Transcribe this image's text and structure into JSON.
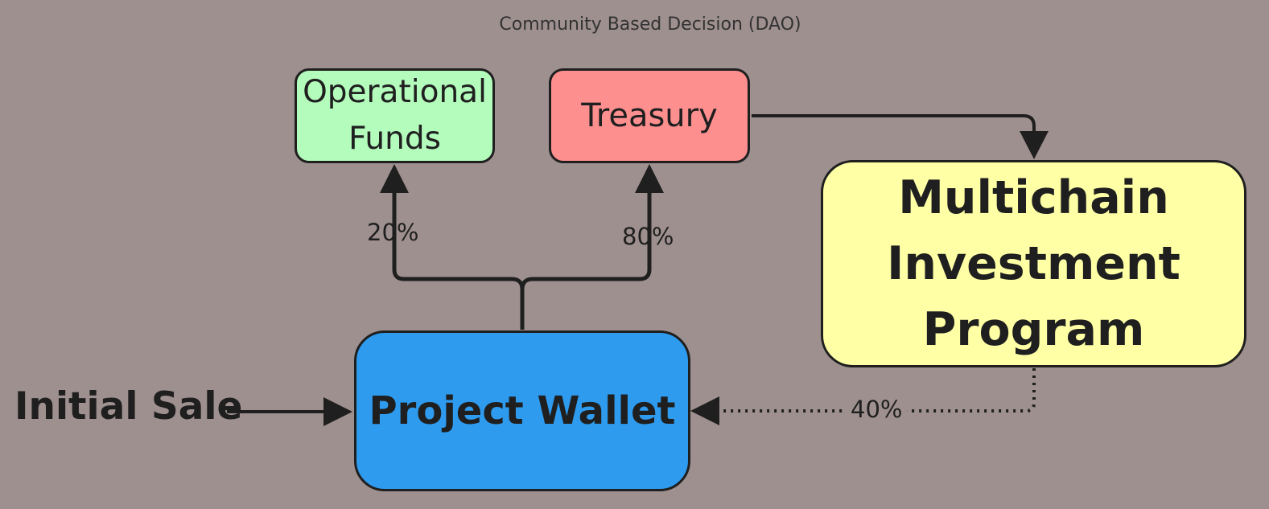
{
  "diagram": {
    "nodes": {
      "initial_sale": "Initial Sale",
      "project_wallet": "Project Wallet",
      "operational_funds": "Operational Funds",
      "treasury": "Treasury",
      "multichain": "Multichain Investment Program"
    },
    "annotations": {
      "dao": "Community Based Decision (DAO)"
    },
    "edges": {
      "to_operational": "20%",
      "to_treasury": "80%",
      "return_to_wallet": "40%"
    }
  },
  "colors": {
    "background": "#9e908f",
    "operational_funds": "#b3fcbc",
    "treasury": "#fe8f8f",
    "multichain": "#ffffa6",
    "project_wallet": "#2e9bef",
    "stroke": "#1f1f1f"
  }
}
